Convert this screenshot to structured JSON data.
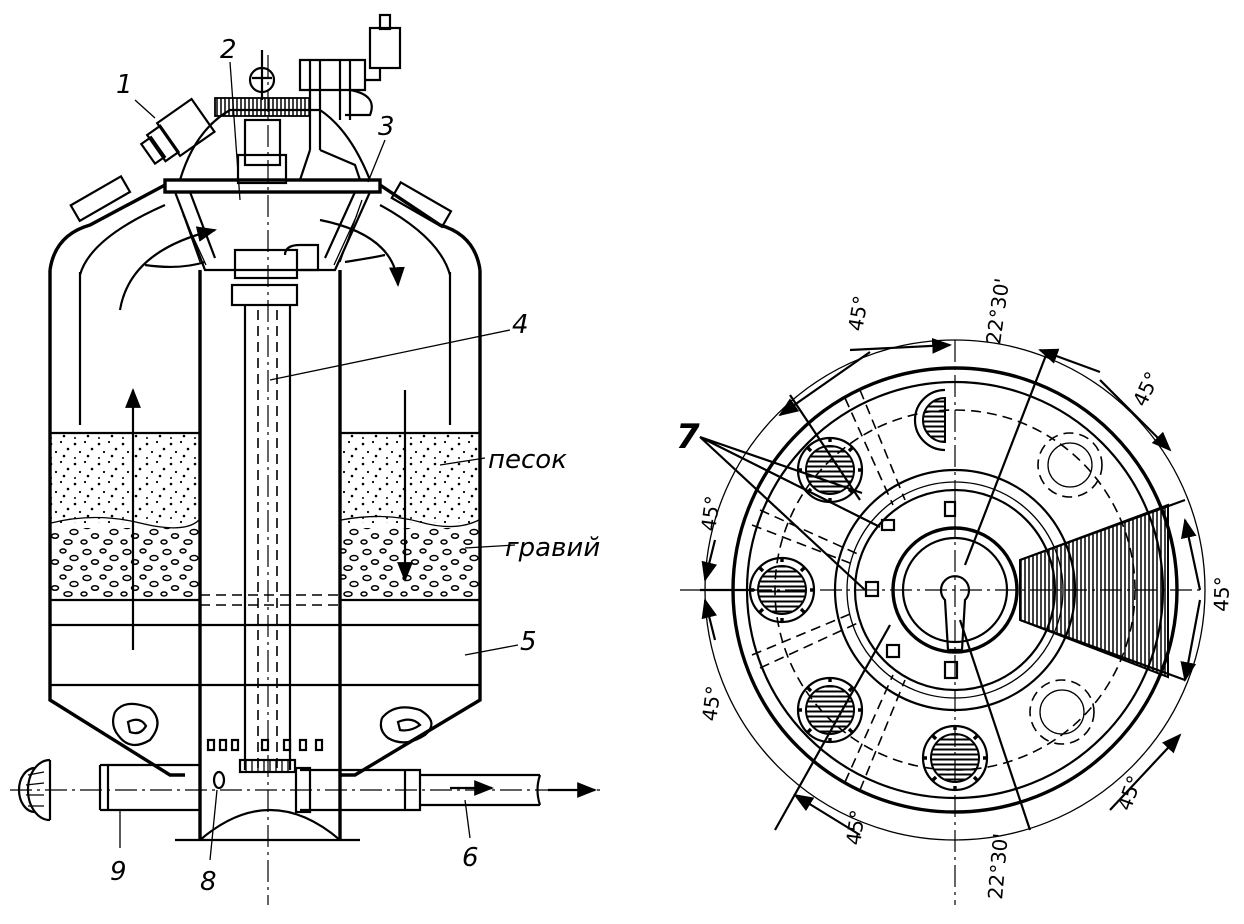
{
  "left_view": {
    "labels": {
      "n1": "1",
      "n2": "2",
      "n3": "3",
      "n4": "4",
      "n5": "5",
      "n6": "6",
      "n8": "8",
      "n9": "9",
      "sand": "песок",
      "gravel": "гравий"
    }
  },
  "right_view": {
    "labels": {
      "n7": "7",
      "top_left_angle": "45°",
      "top_center_angle": "22°30'",
      "top_right_angle": "45°",
      "left_upper_angle": "45°",
      "right_angle": "45°",
      "left_lower_angle": "45°",
      "bottom_left_angle": "45°",
      "bottom_center_angle": "22°30'",
      "bottom_right_angle": "45°"
    }
  },
  "colors": {
    "ink": "#000000",
    "paper": "#ffffff"
  }
}
